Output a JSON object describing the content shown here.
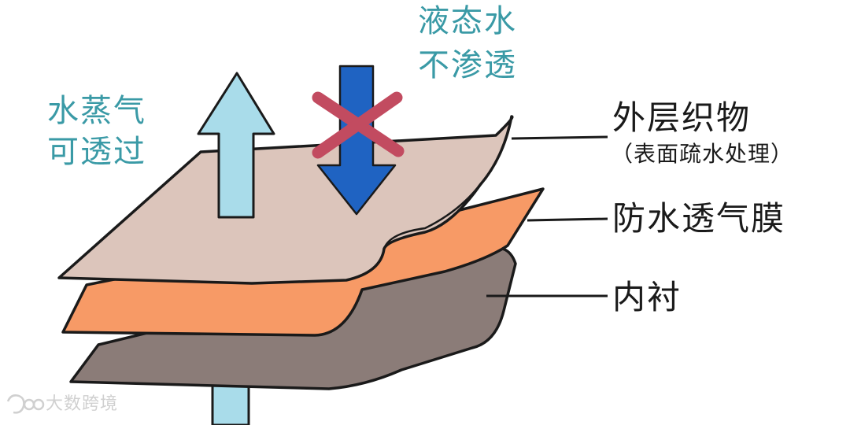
{
  "colors": {
    "outer_fabric": "#dcc5bb",
    "membrane": "#f79a66",
    "lining": "#8b7c78",
    "vapor_arrow": "#a9dcea",
    "water_arrow": "#1f63c2",
    "cross": "#c24b60",
    "label_teal": "#3a9aa6",
    "outline": "#1a1a1a"
  },
  "labels": {
    "vapor_line1": "水蒸气",
    "vapor_line2": "可透过",
    "liquid_line1": "液态水",
    "liquid_line2": "不渗透",
    "outer_fabric": "外层织物",
    "outer_fabric_note": "（表面疏水处理）",
    "membrane": "防水透气膜",
    "lining": "内衬"
  },
  "icons": {
    "vapor_arrow": "arrow-up-icon",
    "water_arrow": "arrow-down-icon",
    "blocked_mark": "cross-icon",
    "watermark_logo": "logo-icon"
  },
  "watermark": {
    "text": "大数跨境"
  }
}
